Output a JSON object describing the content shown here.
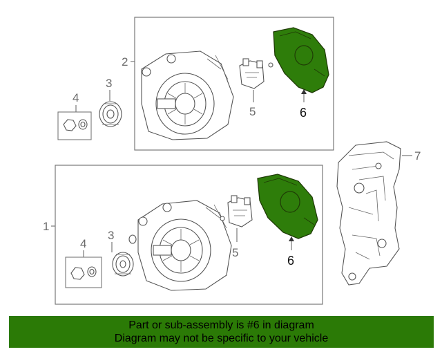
{
  "callouts": {
    "top_box": "2",
    "bottom_box": "1",
    "bracket": "7",
    "top_pulley": "3",
    "top_nut": "4",
    "top_regulator": "5",
    "top_cover": "6",
    "bottom_pulley": "3",
    "bottom_nut": "4",
    "bottom_regulator": "5",
    "bottom_cover": "6"
  },
  "colors": {
    "highlight": "#2e7d0a",
    "banner": "#2b7a06"
  },
  "banner": {
    "line1": "Part or sub-assembly is #6 in diagram",
    "line2": "Diagram may not be specific to your vehicle"
  }
}
